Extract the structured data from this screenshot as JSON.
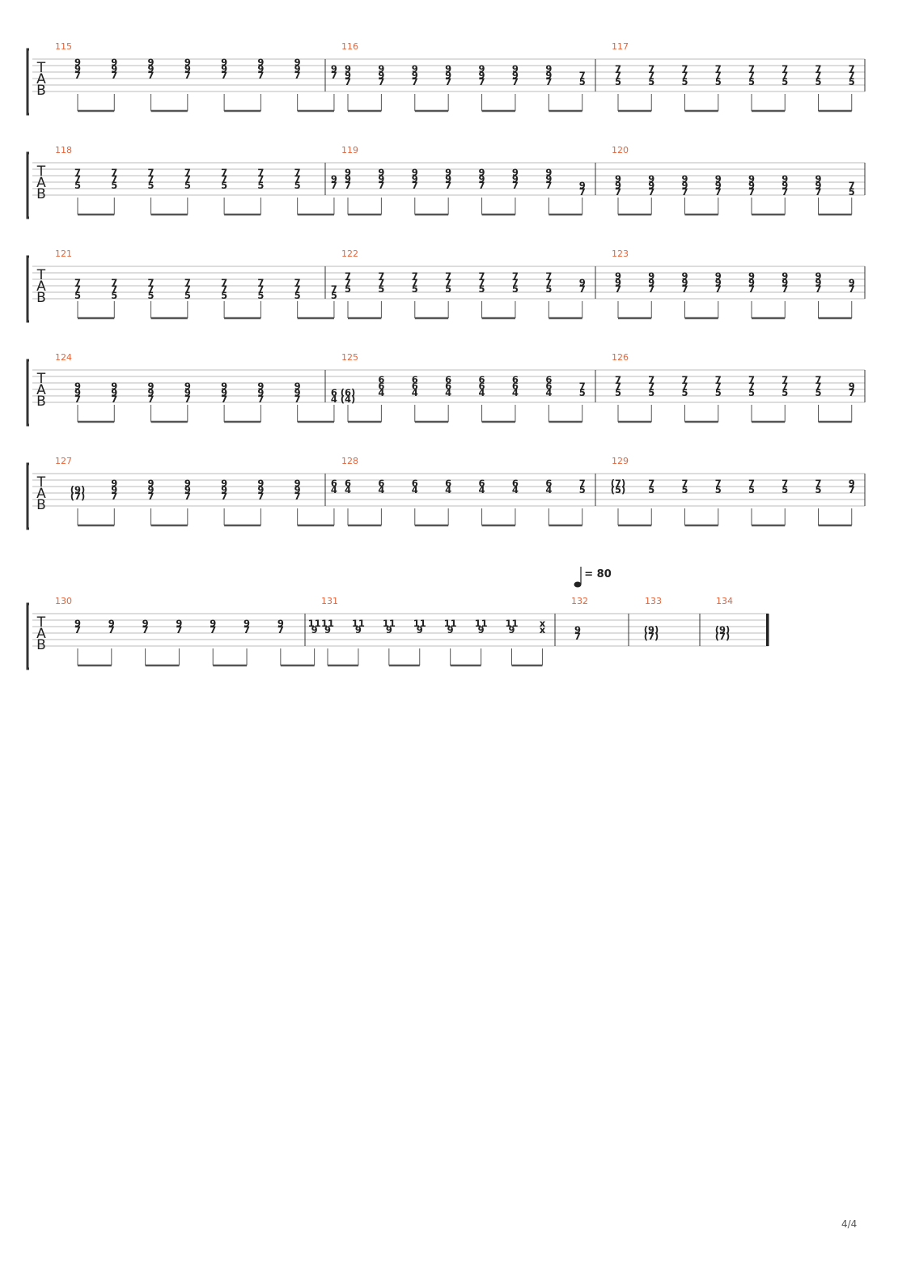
{
  "page_number": "4/4",
  "tempo": "= 80",
  "tab_clef": [
    "T",
    "A",
    "B"
  ],
  "systems": [
    {
      "measures": [
        {
          "number": "115",
          "beats": [
            [
              "9",
              "9",
              "7"
            ],
            [
              "9",
              "9",
              "7"
            ],
            [
              "9",
              "9",
              "7"
            ],
            [
              "9",
              "9",
              "7"
            ],
            [
              "9",
              "9",
              "7"
            ],
            [
              "9",
              "9",
              "7"
            ],
            [
              "9",
              "9",
              "7"
            ],
            [
              "",
              "9",
              "7"
            ]
          ]
        },
        {
          "number": "116",
          "beats": [
            [
              "",
              "9",
              "9",
              "7"
            ],
            [
              "",
              "9",
              "9",
              "7"
            ],
            [
              "",
              "9",
              "9",
              "7"
            ],
            [
              "",
              "9",
              "9",
              "7"
            ],
            [
              "",
              "9",
              "9",
              "7"
            ],
            [
              "",
              "9",
              "9",
              "7"
            ],
            [
              "",
              "9",
              "9",
              "7"
            ],
            [
              "",
              "",
              "7",
              "5"
            ]
          ]
        },
        {
          "number": "117",
          "beats": [
            [
              "",
              "7",
              "7",
              "5"
            ],
            [
              "",
              "7",
              "7",
              "5"
            ],
            [
              "",
              "7",
              "7",
              "5"
            ],
            [
              "",
              "7",
              "7",
              "5"
            ],
            [
              "",
              "7",
              "7",
              "5"
            ],
            [
              "",
              "7",
              "7",
              "5"
            ],
            [
              "",
              "7",
              "7",
              "5"
            ],
            [
              "",
              "7",
              "7",
              "5"
            ]
          ]
        }
      ]
    },
    {
      "measures": [
        {
          "number": "118",
          "beats": [
            [
              "",
              "7",
              "7",
              "5"
            ],
            [
              "",
              "7",
              "7",
              "5"
            ],
            [
              "",
              "7",
              "7",
              "5"
            ],
            [
              "",
              "7",
              "7",
              "5"
            ],
            [
              "",
              "7",
              "7",
              "5"
            ],
            [
              "",
              "7",
              "7",
              "5"
            ],
            [
              "",
              "7",
              "7",
              "5"
            ],
            [
              "",
              "",
              "9",
              "7"
            ]
          ]
        },
        {
          "number": "119",
          "beats": [
            [
              "",
              "9",
              "9",
              "7"
            ],
            [
              "",
              "9",
              "9",
              "7"
            ],
            [
              "",
              "9",
              "9",
              "7"
            ],
            [
              "",
              "9",
              "9",
              "7"
            ],
            [
              "",
              "9",
              "9",
              "7"
            ],
            [
              "",
              "9",
              "9",
              "7"
            ],
            [
              "",
              "9",
              "9",
              "7"
            ],
            [
              "",
              "",
              "",
              "9",
              "7"
            ]
          ]
        },
        {
          "number": "120",
          "beats": [
            [
              "",
              "",
              "9",
              "9",
              "7"
            ],
            [
              "",
              "",
              "9",
              "9",
              "7"
            ],
            [
              "",
              "",
              "9",
              "9",
              "7"
            ],
            [
              "",
              "",
              "9",
              "9",
              "7"
            ],
            [
              "",
              "",
              "9",
              "9",
              "7"
            ],
            [
              "",
              "",
              "9",
              "9",
              "7"
            ],
            [
              "",
              "",
              "9",
              "9",
              "7"
            ],
            [
              "",
              "",
              "",
              "7",
              "5"
            ]
          ]
        }
      ]
    },
    {
      "measures": [
        {
          "number": "121",
          "beats": [
            [
              "",
              "",
              "7",
              "7",
              "5"
            ],
            [
              "",
              "",
              "7",
              "7",
              "5"
            ],
            [
              "",
              "",
              "7",
              "7",
              "5"
            ],
            [
              "",
              "",
              "7",
              "7",
              "5"
            ],
            [
              "",
              "",
              "7",
              "7",
              "5"
            ],
            [
              "",
              "",
              "7",
              "7",
              "5"
            ],
            [
              "",
              "",
              "7",
              "7",
              "5"
            ],
            [
              "",
              "",
              "",
              "7",
              "5"
            ]
          ]
        },
        {
          "number": "122",
          "beats": [
            [
              "",
              "7",
              "7",
              "5"
            ],
            [
              "",
              "7",
              "7",
              "5"
            ],
            [
              "",
              "7",
              "7",
              "5"
            ],
            [
              "",
              "7",
              "7",
              "5"
            ],
            [
              "",
              "7",
              "7",
              "5"
            ],
            [
              "",
              "7",
              "7",
              "5"
            ],
            [
              "",
              "7",
              "7",
              "5"
            ],
            [
              "",
              "",
              "9",
              "7"
            ]
          ]
        },
        {
          "number": "123",
          "beats": [
            [
              "",
              "9",
              "9",
              "7"
            ],
            [
              "",
              "9",
              "9",
              "7"
            ],
            [
              "",
              "9",
              "9",
              "7"
            ],
            [
              "",
              "9",
              "9",
              "7"
            ],
            [
              "",
              "9",
              "9",
              "7"
            ],
            [
              "",
              "9",
              "9",
              "7"
            ],
            [
              "",
              "9",
              "9",
              "7"
            ],
            [
              "",
              "",
              "9",
              "7"
            ]
          ]
        }
      ]
    },
    {
      "measures": [
        {
          "number": "124",
          "beats": [
            [
              "",
              "",
              "9",
              "9",
              "7"
            ],
            [
              "",
              "",
              "9",
              "9",
              "7"
            ],
            [
              "",
              "",
              "9",
              "9",
              "7"
            ],
            [
              "",
              "",
              "9",
              "9",
              "7"
            ],
            [
              "",
              "",
              "9",
              "9",
              "7"
            ],
            [
              "",
              "",
              "9",
              "9",
              "7"
            ],
            [
              "",
              "",
              "9",
              "9",
              "7"
            ],
            [
              "",
              "",
              "",
              "6",
              "4"
            ]
          ]
        },
        {
          "number": "125",
          "beats": [
            [
              "",
              "",
              "",
              "(6)",
              "(4)"
            ],
            [
              "",
              "6",
              "6",
              "4"
            ],
            [
              "",
              "6",
              "6",
              "4"
            ],
            [
              "",
              "6",
              "6",
              "4"
            ],
            [
              "",
              "6",
              "6",
              "4"
            ],
            [
              "",
              "6",
              "6",
              "4"
            ],
            [
              "",
              "6",
              "6",
              "4"
            ],
            [
              "",
              "",
              "7",
              "5"
            ]
          ]
        },
        {
          "number": "126",
          "beats": [
            [
              "",
              "7",
              "7",
              "5"
            ],
            [
              "",
              "7",
              "7",
              "5"
            ],
            [
              "",
              "7",
              "7",
              "5"
            ],
            [
              "",
              "7",
              "7",
              "5"
            ],
            [
              "",
              "7",
              "7",
              "5"
            ],
            [
              "",
              "7",
              "7",
              "5"
            ],
            [
              "",
              "7",
              "7",
              "5"
            ],
            [
              "",
              "",
              "9",
              "7"
            ]
          ]
        }
      ]
    },
    {
      "measures": [
        {
          "number": "127",
          "beats": [
            [
              "",
              "",
              "(9)",
              "(7)"
            ],
            [
              "",
              "9",
              "9",
              "7"
            ],
            [
              "",
              "9",
              "9",
              "7"
            ],
            [
              "",
              "9",
              "9",
              "7"
            ],
            [
              "",
              "9",
              "9",
              "7"
            ],
            [
              "",
              "9",
              "9",
              "7"
            ],
            [
              "",
              "9",
              "9",
              "7"
            ],
            [
              "",
              "6",
              "4"
            ]
          ]
        },
        {
          "number": "128",
          "beats": [
            [
              "",
              "6",
              "4"
            ],
            [
              "",
              "6",
              "4"
            ],
            [
              "",
              "6",
              "4"
            ],
            [
              "",
              "6",
              "4"
            ],
            [
              "",
              "6",
              "4"
            ],
            [
              "",
              "6",
              "4"
            ],
            [
              "",
              "6",
              "4"
            ],
            [
              "",
              "7",
              "5"
            ]
          ]
        },
        {
          "number": "129",
          "beats": [
            [
              "",
              "(7)",
              "(5)"
            ],
            [
              "",
              "7",
              "5"
            ],
            [
              "",
              "7",
              "5"
            ],
            [
              "",
              "7",
              "5"
            ],
            [
              "",
              "7",
              "5"
            ],
            [
              "",
              "7",
              "5"
            ],
            [
              "",
              "7",
              "5"
            ],
            [
              "",
              "9",
              "7"
            ]
          ]
        }
      ]
    },
    {
      "measures": [
        {
          "number": "130",
          "beats": [
            [
              "",
              "9",
              "7"
            ],
            [
              "",
              "9",
              "7"
            ],
            [
              "",
              "9",
              "7"
            ],
            [
              "",
              "9",
              "7"
            ],
            [
              "",
              "9",
              "7"
            ],
            [
              "",
              "9",
              "7"
            ],
            [
              "",
              "9",
              "7"
            ],
            [
              "",
              "11",
              "9"
            ]
          ]
        },
        {
          "number": "131",
          "beats": [
            [
              "",
              "11",
              "9"
            ],
            [
              "",
              "11",
              "9"
            ],
            [
              "",
              "11",
              "9"
            ],
            [
              "",
              "11",
              "9"
            ],
            [
              "",
              "11",
              "9"
            ],
            [
              "",
              "11",
              "9"
            ],
            [
              "",
              "11",
              "9"
            ],
            [
              "",
              "x",
              "x"
            ]
          ]
        },
        {
          "number": "132",
          "beats": [
            [
              "",
              "",
              "9",
              "7"
            ]
          ]
        },
        {
          "number": "133",
          "beats": [
            [
              "",
              "",
              "(9)",
              "(7)"
            ]
          ]
        },
        {
          "number": "134",
          "beats": [
            [
              "",
              "",
              "(9)",
              "(7)"
            ]
          ]
        }
      ]
    }
  ]
}
